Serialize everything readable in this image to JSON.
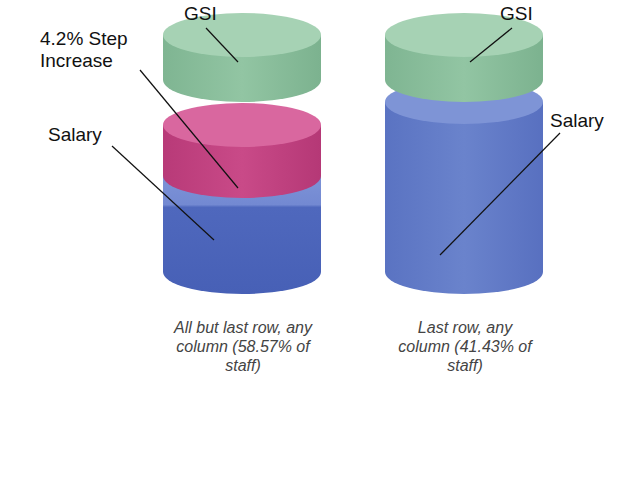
{
  "diagram": {
    "labels": [
      "GSI",
      "4.2% Step Increase",
      "Salary",
      "GSI",
      "Salary",
      "All but last row, any column (58.57% of staff)",
      "Last row, any column (41.43% of staff)"
    ]
  }
}
